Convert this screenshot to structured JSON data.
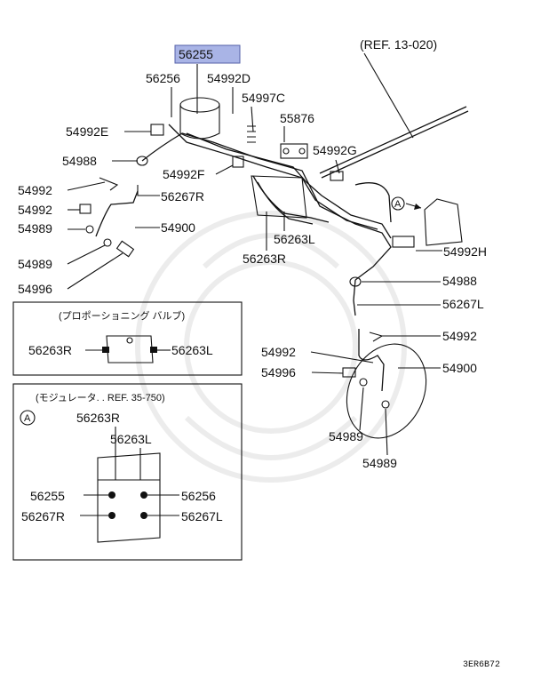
{
  "diagram": {
    "highlighted_part": "56255",
    "reference_main": "(REF. 13-020)",
    "parts": {
      "p56256": "56256",
      "p54992D": "54992D",
      "p54997C": "54997C",
      "p55876": "55876",
      "p54992E": "54992E",
      "p54988_top": "54988",
      "p54992G": "54992G",
      "p54992F": "54992F",
      "p54992_left": "54992",
      "p56267R": "56267R",
      "p54992_left2": "54992",
      "p54989_left": "54989",
      "p54900_left": "54900",
      "p56263L": "56263L",
      "p56263R": "56263R",
      "p54992H": "54992H",
      "p54989_left2": "54989",
      "p54996_left": "54996",
      "p54988_right": "54988",
      "p56267L": "56267L",
      "p54992_right": "54992",
      "p54992_mid": "54992",
      "p54996_mid": "54996",
      "p54900_right": "54900",
      "p54989_right": "54989",
      "p54989_right2": "54989"
    },
    "circle_a": "A",
    "inset_valve": {
      "title": "(プロポーショニング バルブ)",
      "left": "56263R",
      "right": "56263L"
    },
    "inset_modulator": {
      "title": "(モジュレータ. . REF. 35-750)",
      "marker": "A",
      "p56263R": "56263R",
      "p56263L": "56263L",
      "p56255": "56255",
      "p56256": "56256",
      "p56267R": "56267R",
      "p56267L": "56267L"
    },
    "drawing_code": "3ER6B72"
  }
}
